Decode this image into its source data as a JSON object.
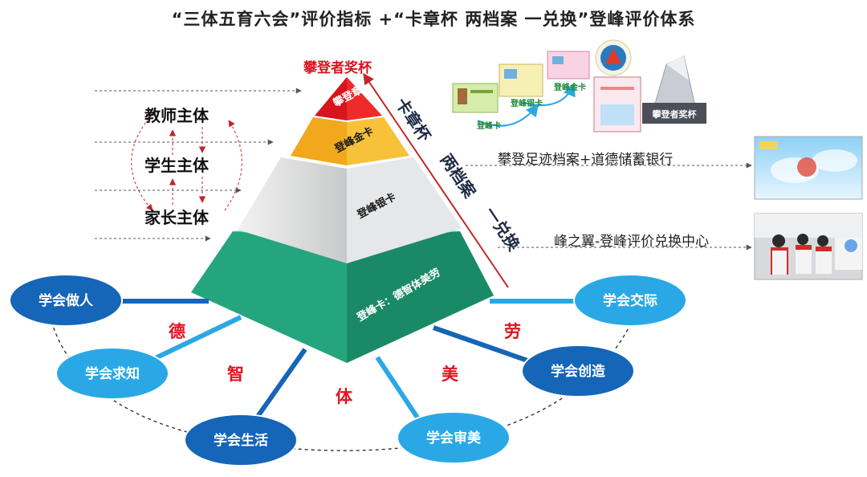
{
  "title": "“三体五育六会”评价指标 +“卡章杯 两档案 一兑换”登峰评价体系",
  "subjects": [
    "教师主体",
    "学生主体",
    "家长主体"
  ],
  "pyramid": {
    "top_label": "攀登者奖杯",
    "tiers": [
      "攀登章",
      "登峰金卡",
      "登峰银卡",
      "登峰卡：德智体美劳"
    ]
  },
  "diagonal_labels": [
    "卡章杯",
    "两档案",
    "一兑换"
  ],
  "side_items": [
    {
      "text": "攀登足迹档案+道德储蓄银行"
    },
    {
      "text": "峰之翼-登峰评价兑换中心"
    }
  ],
  "card_labels": [
    "登峰卡",
    "登峰银卡",
    "登峰金卡"
  ],
  "trophy_plaque": "攀登者奖杯",
  "virtues": [
    "德",
    "智",
    "体",
    "美",
    "劳"
  ],
  "abilities": [
    "学会做人",
    "学会求知",
    "学会生活",
    "学会审美",
    "学会创造",
    "学会交际"
  ],
  "colors": {
    "dark_blue": "#1565b8",
    "light_blue": "#2aa8e6",
    "red": "#e0141e",
    "gold": "#f2a81d",
    "teal": "#1e9a76",
    "silver": "#d9dadb"
  }
}
